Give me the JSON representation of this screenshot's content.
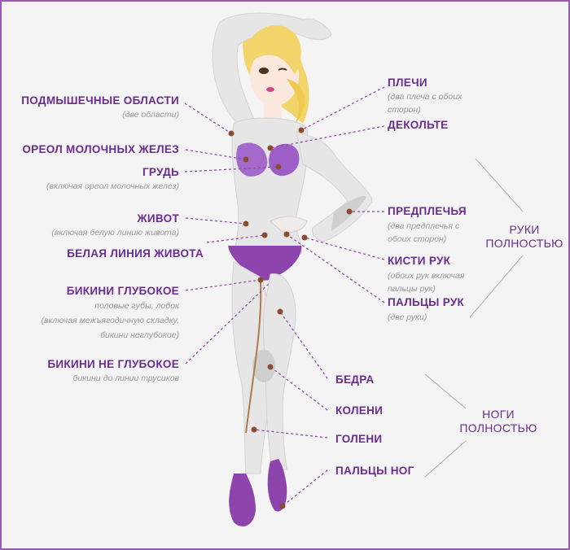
{
  "colors": {
    "accent": "#6b2c91",
    "purple": "#8e44ad",
    "dot": "#8a4b2e",
    "frame": "#9b59b6"
  },
  "left": {
    "armpits": {
      "title": "ПОДМЫШЕЧНЫЕ ОБЛАСТИ",
      "note": "(две области)"
    },
    "areola": {
      "title": "ОРЕОЛ МОЛОЧНЫХ ЖЕЛЕЗ"
    },
    "breast": {
      "title": "ГРУДЬ",
      "note": "(включая ореол молочных желез)"
    },
    "belly": {
      "title": "ЖИВОТ",
      "note": "(включая белую линию живота)"
    },
    "linea": {
      "title": "БЕЛАЯ ЛИНИЯ ЖИВОТА"
    },
    "bikini_deep": {
      "title": "БИКИНИ ГЛУБОКОЕ",
      "note1": "половые губы, лобок",
      "note2": "(включая межъягодичную складку,",
      "note3": "бикини неглубокое)"
    },
    "bikini_shallow": {
      "title": "БИКИНИ НЕ ГЛУБОКОЕ",
      "note": "бикини до линии трусиков"
    }
  },
  "right": {
    "shoulders": {
      "title": "ПЛЕЧИ",
      "note1": "(два плеча с обоих",
      "note2": "сторон)"
    },
    "decollete": {
      "title": "ДЕКОЛЬТЕ"
    },
    "forearms": {
      "title": "ПРЕДПЛЕЧЬЯ",
      "note1": "(два предплечья с",
      "note2": "обоих сторон)"
    },
    "hands": {
      "title": "КИСТИ РУК",
      "note1": "(обоих рук включая",
      "note2": "пальцы рук)"
    },
    "fingers": {
      "title": "ПАЛЬЦЫ РУК",
      "note": "(две руки)"
    },
    "thighs": {
      "title": "БЕДРА"
    },
    "knees": {
      "title": "КОЛЕНИ"
    },
    "shins": {
      "title": "ГОЛЕНИ"
    },
    "toes": {
      "title": "ПАЛЬЦЫ НОГ"
    }
  },
  "groups": {
    "arms": {
      "line1": "РУКИ",
      "line2": "ПОЛНОСТЬЮ"
    },
    "legs": {
      "line1": "НОГИ",
      "line2": "ПОЛНОСТЬЮ"
    }
  }
}
